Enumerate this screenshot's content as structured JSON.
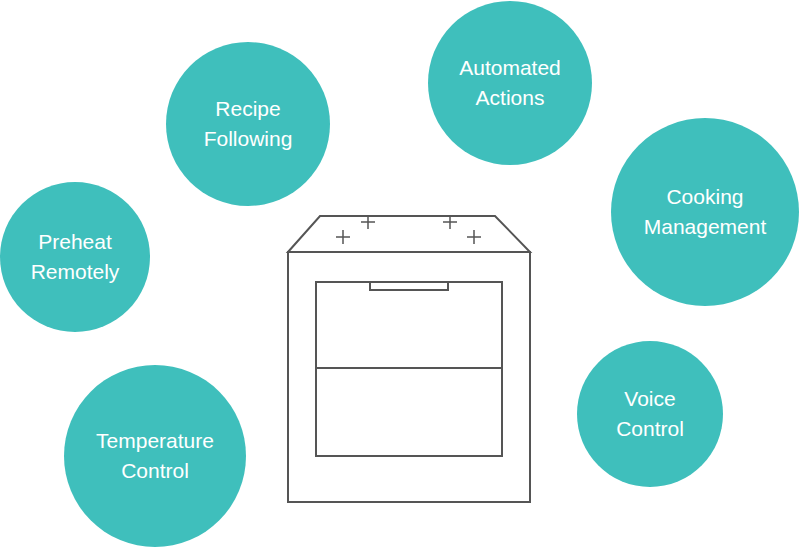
{
  "diagram": {
    "nodes": [
      {
        "text": [
          "Preheat Remotely"
        ]
      },
      {
        "text": [
          "Recipe Following"
        ]
      },
      {
        "text": [
          "Automated Actions"
        ]
      },
      {
        "text": [
          "Cooking Management"
        ]
      },
      {
        "text": [
          "Voice Control"
        ]
      },
      {
        "text": [
          "Temperature Control"
        ]
      }
    ]
  }
}
